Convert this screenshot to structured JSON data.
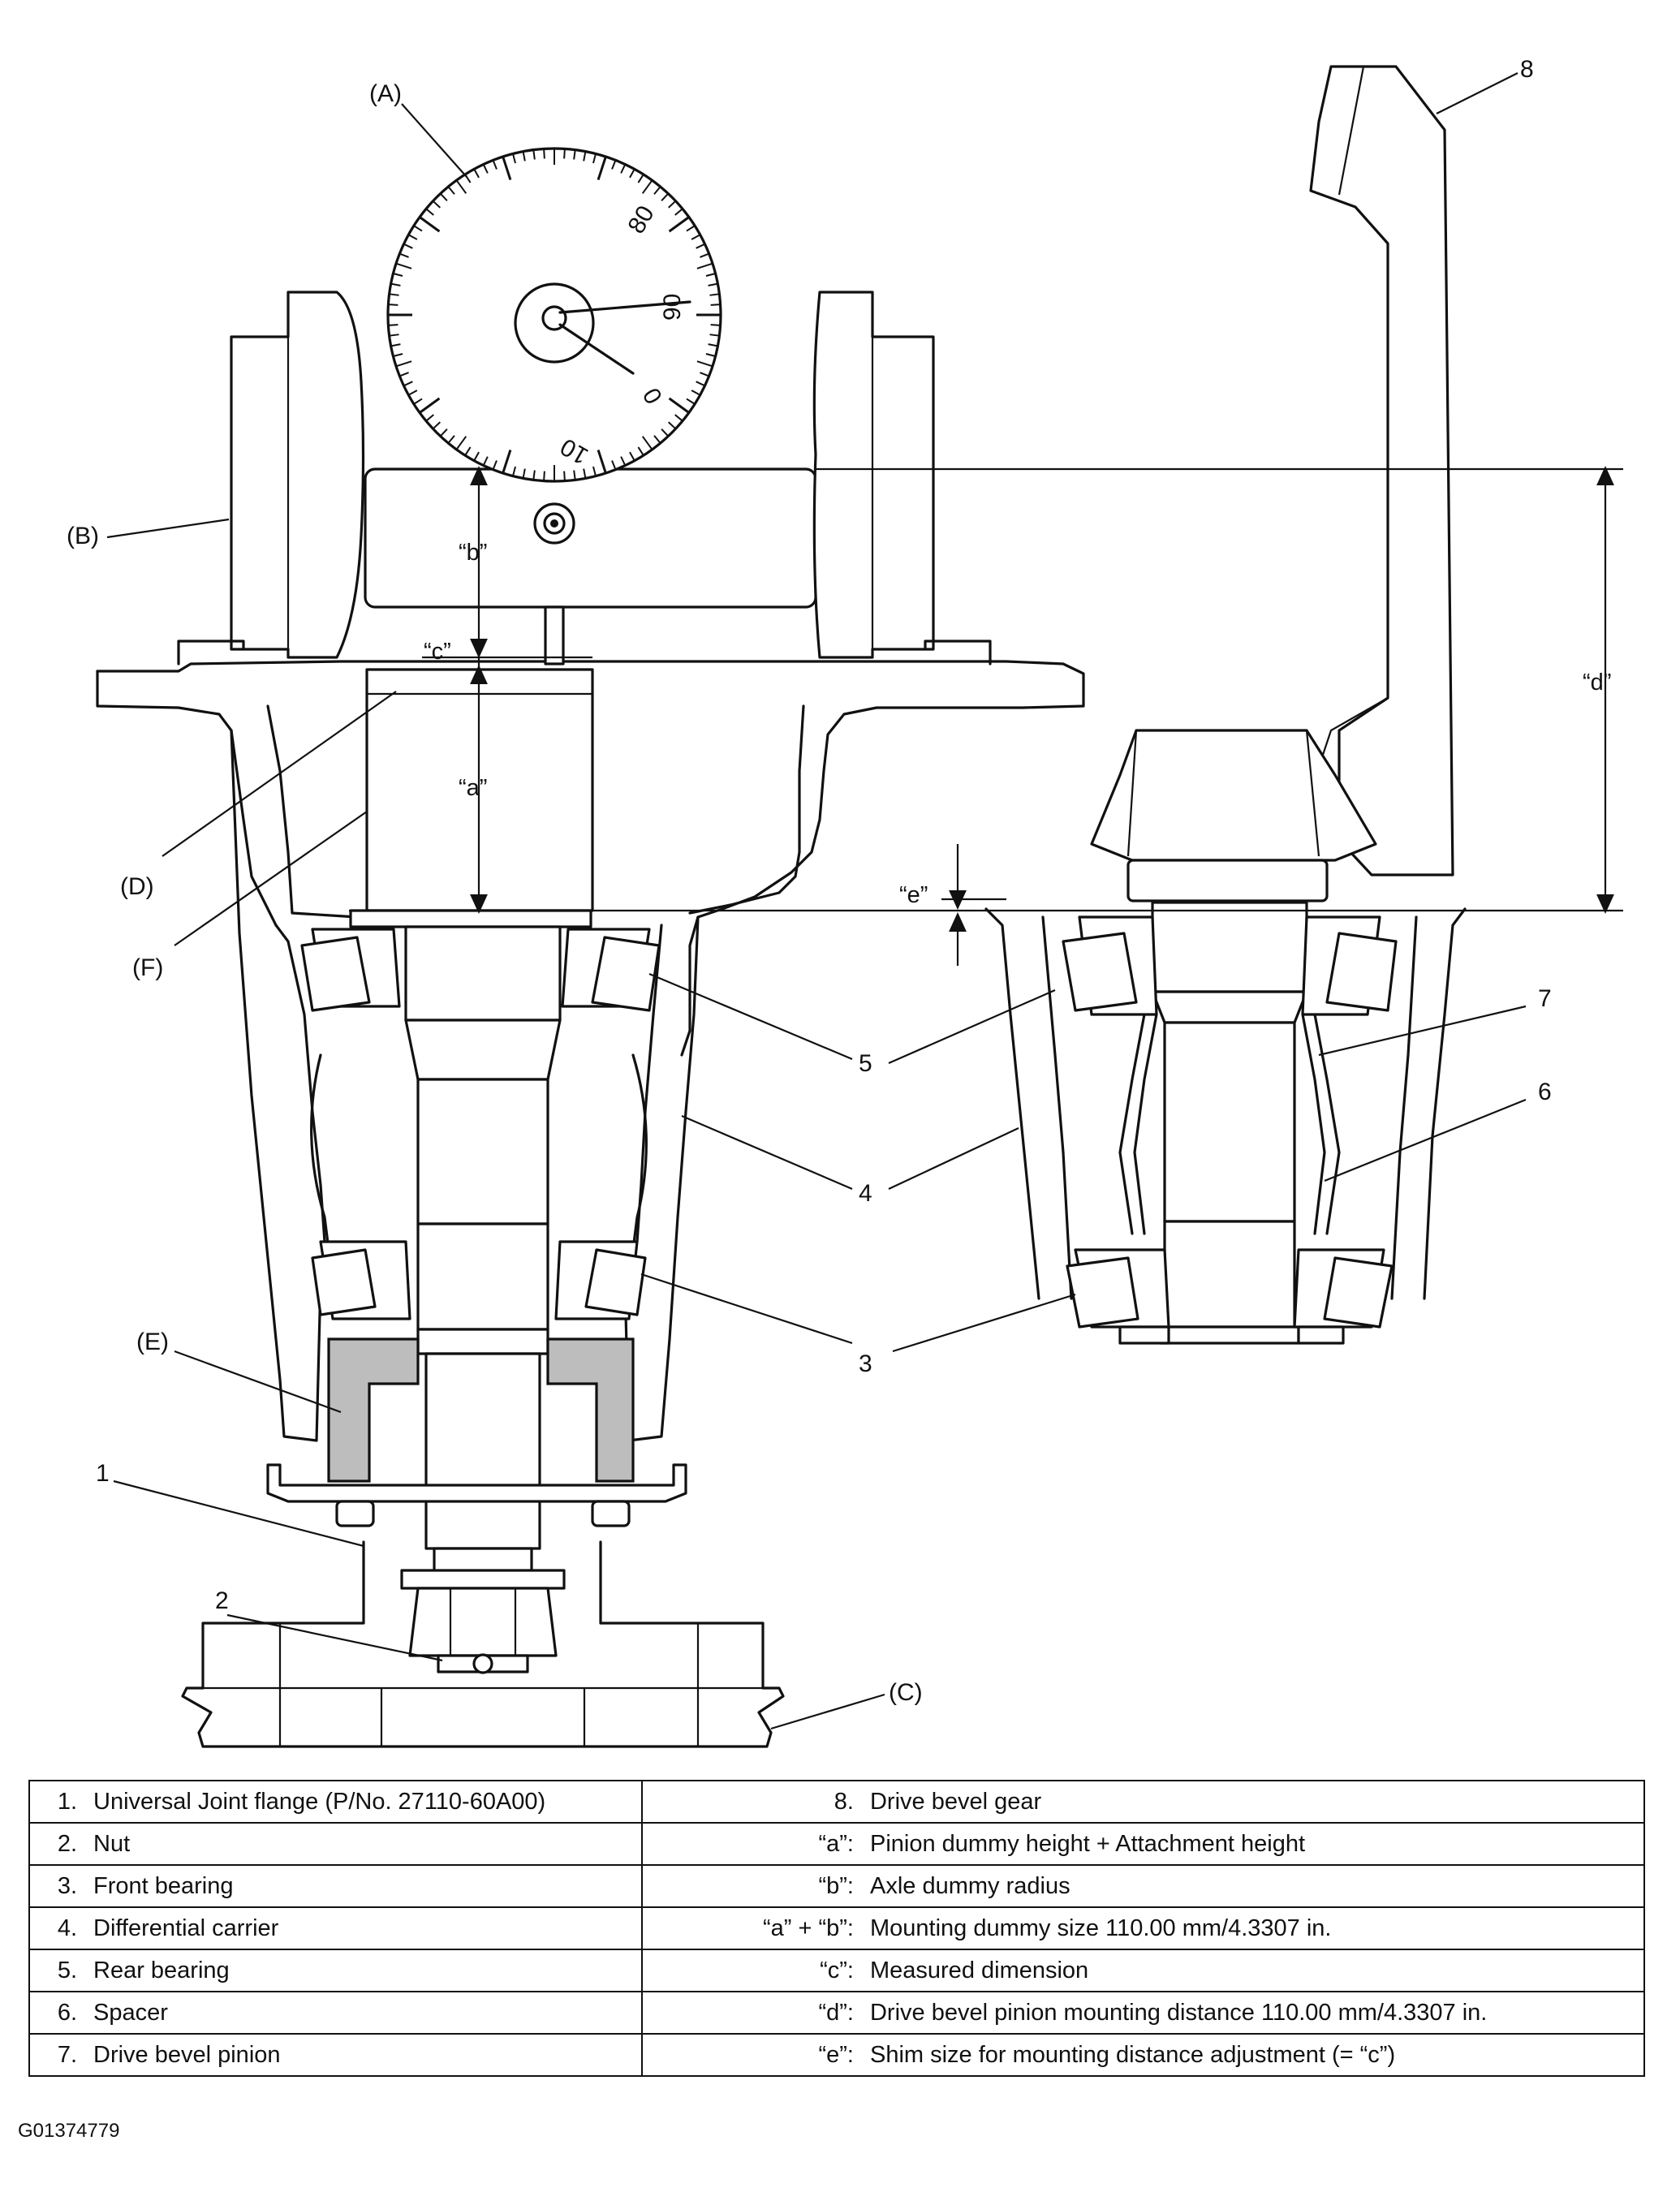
{
  "callouts": {
    "A": "(A)",
    "B": "(B)",
    "C": "(C)",
    "D": "(D)",
    "E": "(E)",
    "F": "(F)",
    "n1": "1",
    "n2": "2",
    "n3": "3",
    "n3b": "3",
    "n4": "4",
    "n4b": "4",
    "n5": "5",
    "n5b": "5",
    "n6": "6",
    "n7": "7",
    "n8": "8"
  },
  "dimensions": {
    "a": "“a”",
    "b": "“b”",
    "c": "“c”",
    "d": "“d”",
    "e": "“e”"
  },
  "dial": {
    "mark_80": "80",
    "mark_90": "90",
    "mark_0": "0",
    "mark_10": "10"
  },
  "legend": {
    "left": [
      {
        "num": "1.",
        "text": "Universal Joint flange (P/No. 27110-60A00)"
      },
      {
        "num": "2.",
        "text": "Nut"
      },
      {
        "num": "3.",
        "text": "Front bearing"
      },
      {
        "num": "4.",
        "text": "Differential carrier"
      },
      {
        "num": "5.",
        "text": "Rear bearing"
      },
      {
        "num": "6.",
        "text": "Spacer"
      },
      {
        "num": "7.",
        "text": "Drive bevel pinion"
      }
    ],
    "right": [
      {
        "key": "8.",
        "text": "Drive bevel gear"
      },
      {
        "key": "“a”:",
        "text": "Pinion dummy height + Attachment height"
      },
      {
        "key": "“b”:",
        "text": "Axle dummy radius"
      },
      {
        "key": "“a” + “b”:",
        "text": "Mounting dummy size 110.00 mm/4.3307 in."
      },
      {
        "key": "“c”:",
        "text": "Measured dimension"
      },
      {
        "key": "“d”:",
        "text": "Drive bevel pinion mounting distance 110.00 mm/4.3307 in."
      },
      {
        "key": "“e”:",
        "text": "Shim size for mounting distance adjustment (= “c”)"
      }
    ]
  },
  "figure_id": "G01374779"
}
